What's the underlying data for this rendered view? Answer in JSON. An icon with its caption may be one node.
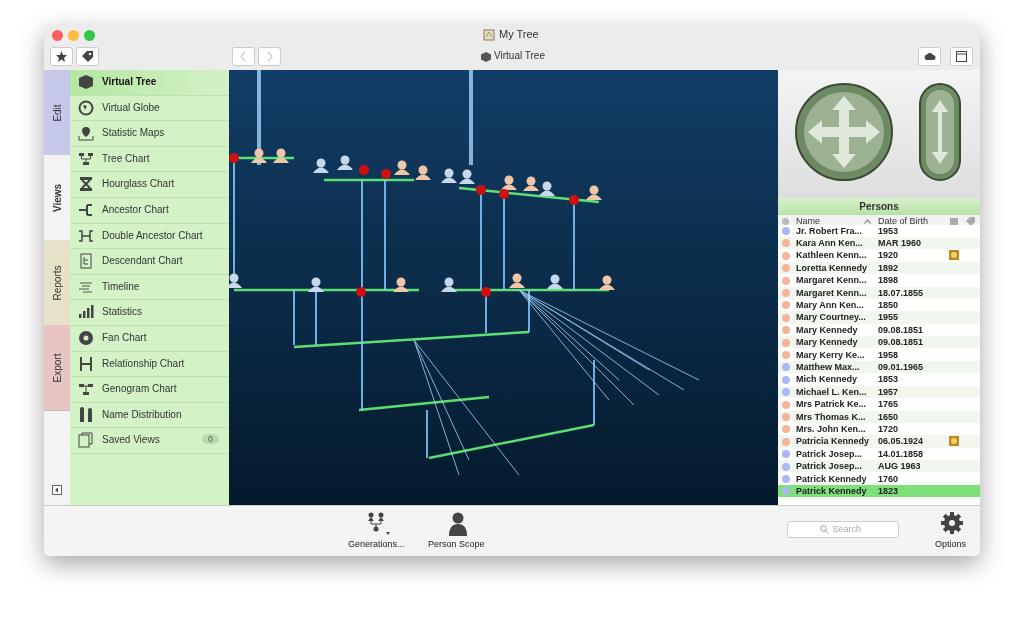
{
  "diagram": {
    "labels": [
      "My Tree",
      "Virtual Tree",
      "Edit",
      "Views",
      "Reports",
      "Export",
      "Virtual Tree",
      "Virtual Globe",
      "Statistic Maps",
      "Tree Chart",
      "Hourglass Chart",
      "Ancestor Chart",
      "Double Ancestor Chart",
      "Descendant Chart",
      "Timeline",
      "Statistics",
      "Fan Chart",
      "Relationship Chart",
      "Genogram Chart",
      "Name Distribution",
      "Saved Views",
      "0",
      "Persons",
      "Name",
      "Date of Birth",
      "Jr. Robert Fra...",
      "1953",
      "Kara Ann Ken...",
      "MAR 1960",
      "Kathleen Kenn...",
      "1920",
      "Loretta Kennedy",
      "1892",
      "Margaret Kenn...",
      "1898",
      "Margaret Kenn...",
      "18.07.1855",
      "Mary Ann Ken...",
      "1850",
      "Mary Courtney...",
      "1955",
      "Mary Kennedy",
      "09.08.1851",
      "Mary Kennedy",
      "09.08.1851",
      "Mary Kerry Ke...",
      "1958",
      "Matthew Max...",
      "09.01.1965",
      "Mich Kennedy",
      "1853",
      "Michael L. Ken...",
      "1957",
      "Mrs Patrick Ke...",
      "1765",
      "Mrs Thomas K...",
      "1650",
      "Mrs. John Ken...",
      "1720",
      "Patricia Kennedy",
      "06.05.1924",
      "Patrick Josep...",
      "14.01.1858",
      "Patrick Josep...",
      "AUG 1963",
      "Patrick Kennedy",
      "1760",
      "Patrick Kennedy",
      "1823",
      "Generations...",
      "Person Scope",
      "Search",
      "Options"
    ]
  }
}
